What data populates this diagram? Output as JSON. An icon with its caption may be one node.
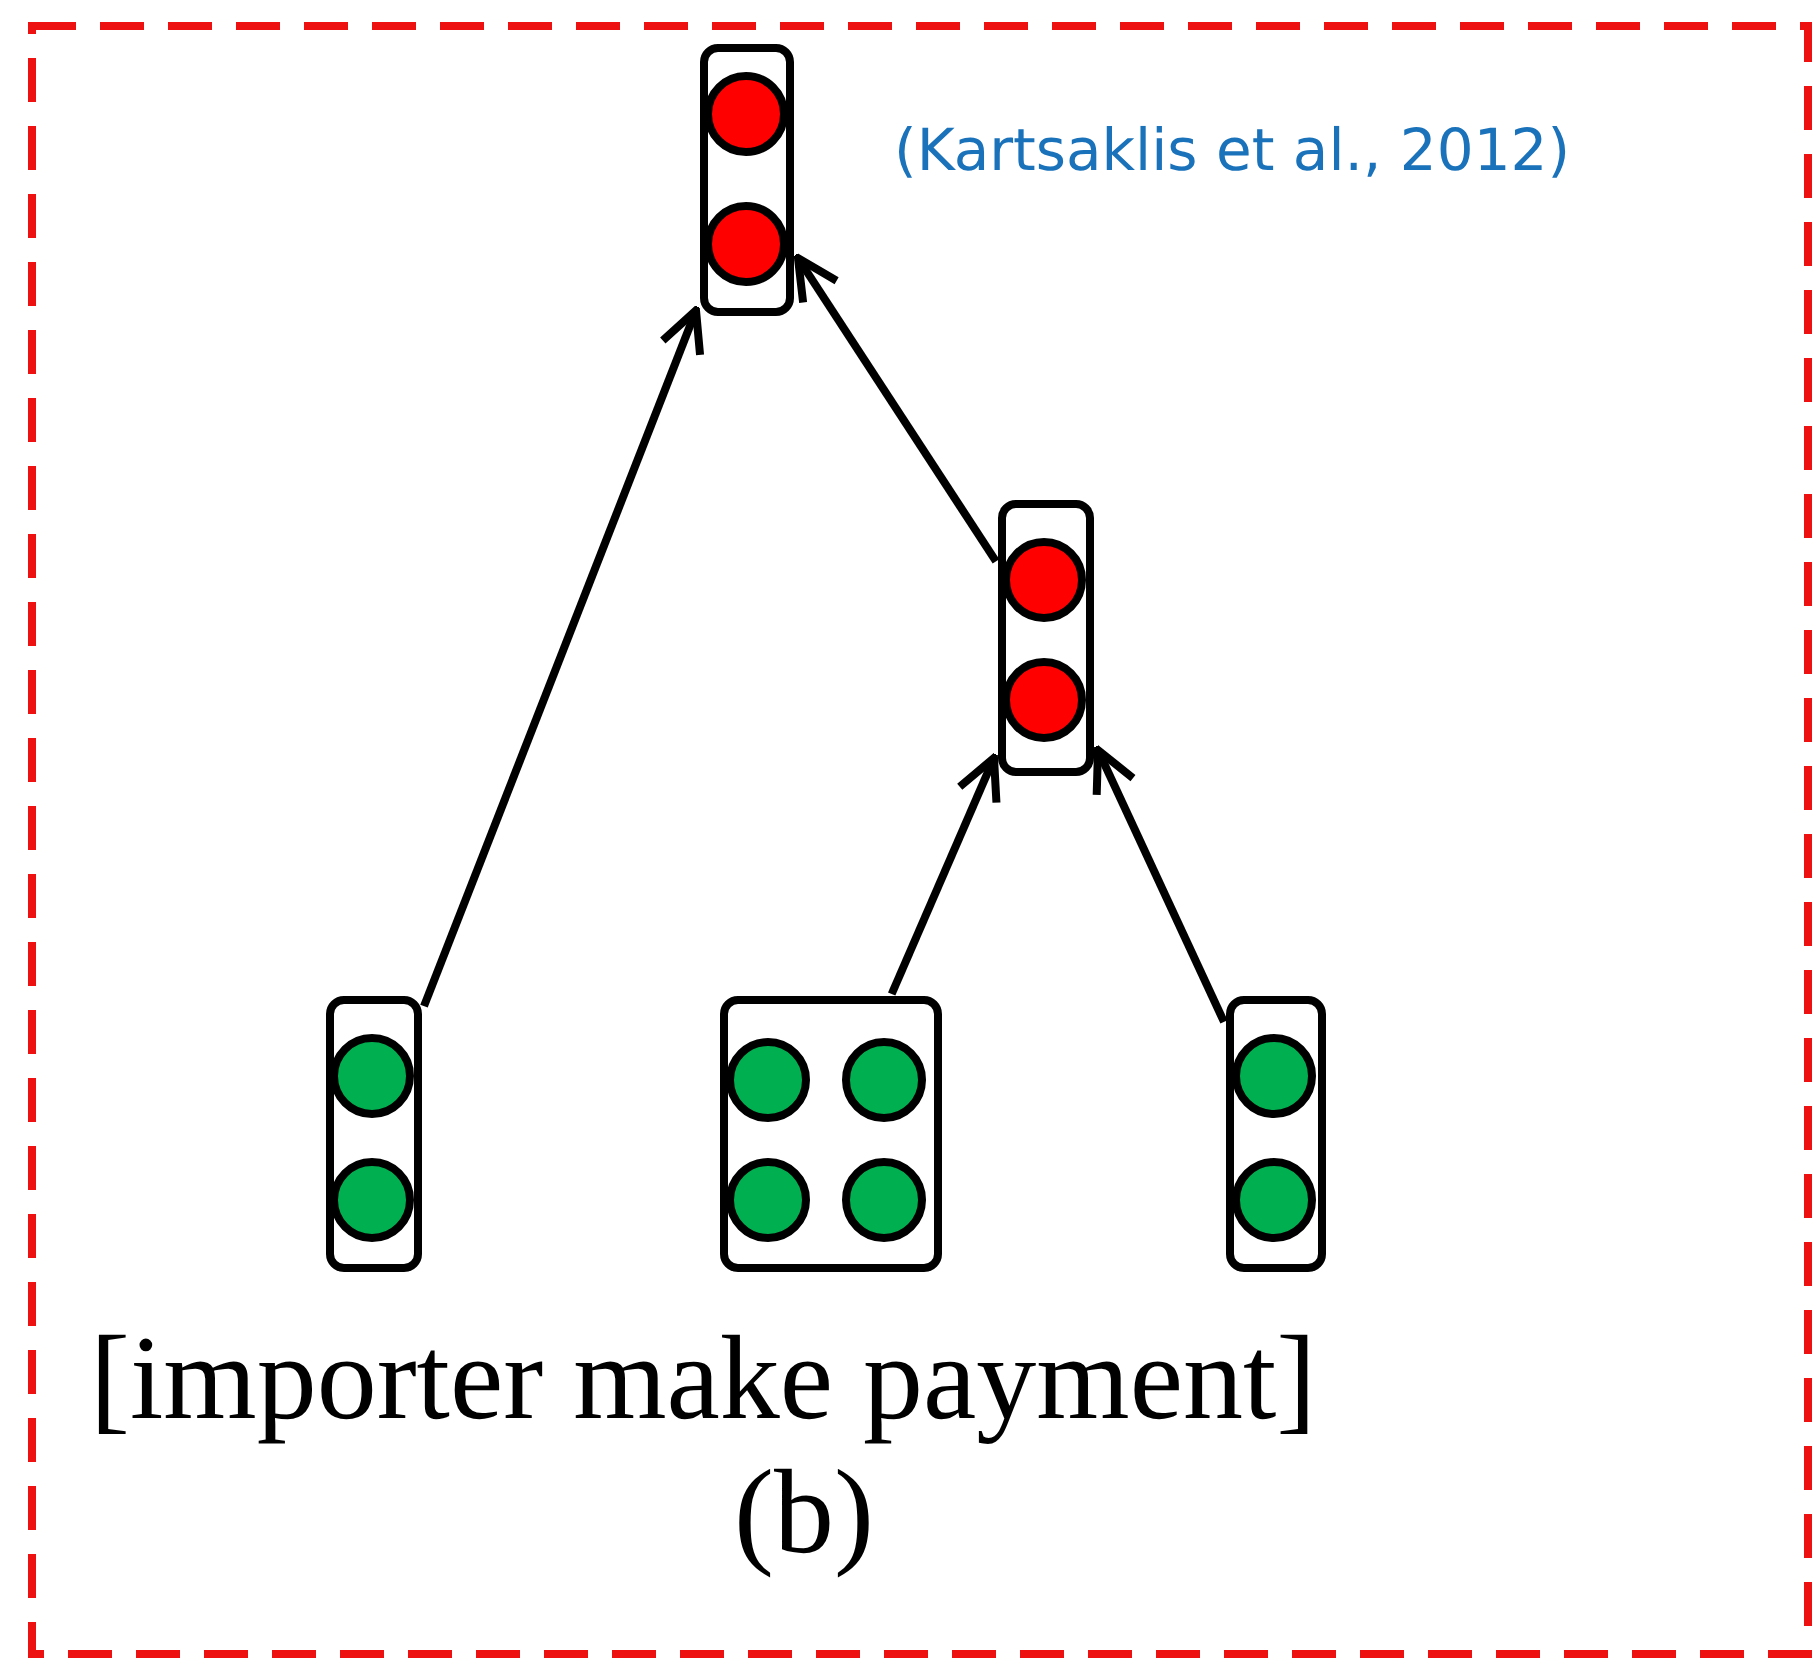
{
  "diagram": {
    "caption": "(b)",
    "nodes": [
      {
        "text": [],
        "shape": "box"
      },
      {
        "text": [],
        "shape": "box"
      },
      {
        "text": [],
        "shape": "box"
      },
      {
        "text": [],
        "shape": "box"
      },
      {
        "text": [],
        "shape": "box"
      }
    ],
    "edges": [
      {
        "from": 2,
        "to": 0,
        "arrow": "to"
      },
      {
        "from": 1,
        "to": 0,
        "arrow": "to"
      },
      {
        "from": 3,
        "to": 1,
        "arrow": "to"
      },
      {
        "from": 4,
        "to": 1,
        "arrow": "to"
      }
    ],
    "labels": [
      "(Kartsaklis et al., 2012)",
      "[importer make payment]"
    ]
  }
}
